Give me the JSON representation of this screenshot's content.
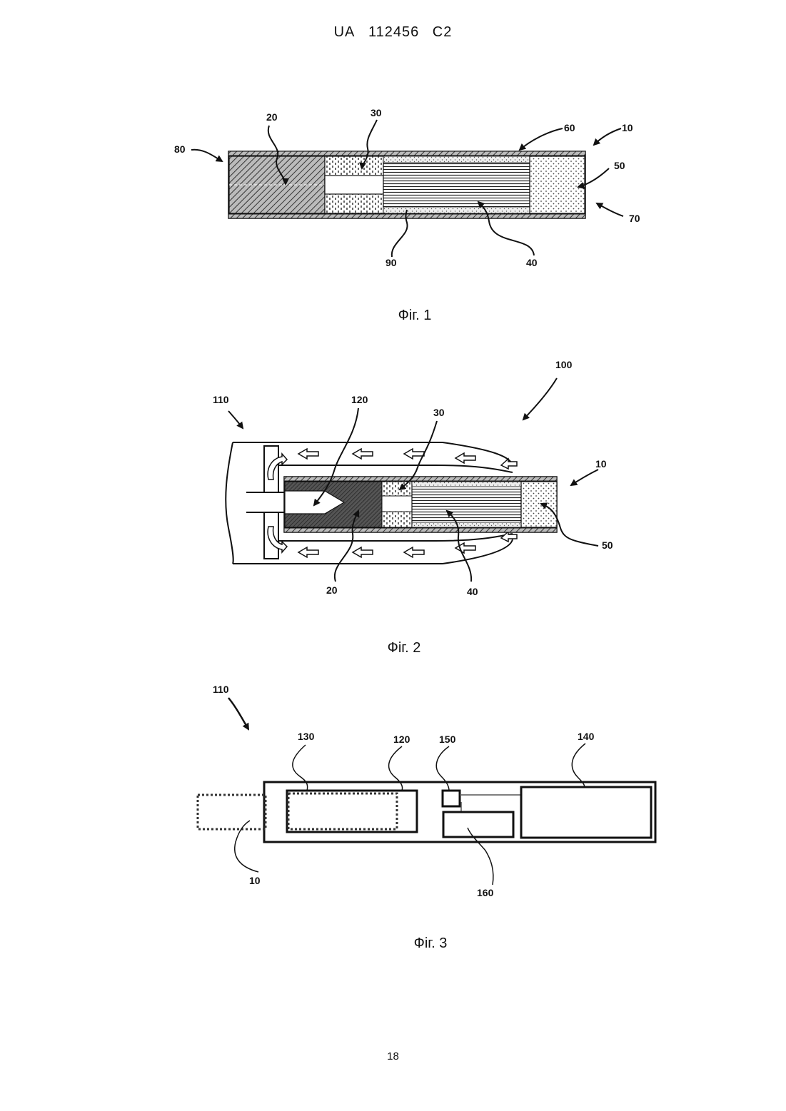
{
  "header": {
    "country": "UA",
    "number": "112456",
    "kind": "C2"
  },
  "fig1": {
    "caption": "Фіг. 1",
    "labels": {
      "l10": "10",
      "l20": "20",
      "l30": "30",
      "l40": "40",
      "l50": "50",
      "l60": "60",
      "l70": "70",
      "l80": "80",
      "l90": "90"
    }
  },
  "fig2": {
    "caption": "Фіг. 2",
    "labels": {
      "l100": "100",
      "l110": "110",
      "l120": "120",
      "l30": "30",
      "l10": "10",
      "l50": "50",
      "l20": "20",
      "l40": "40"
    }
  },
  "fig3": {
    "caption": "Фіг. 3",
    "labels": {
      "l110": "110",
      "l130": "130",
      "l120": "120",
      "l150": "150",
      "l140": "140",
      "l10": "10",
      "l160": "160"
    }
  },
  "page_number": "18"
}
